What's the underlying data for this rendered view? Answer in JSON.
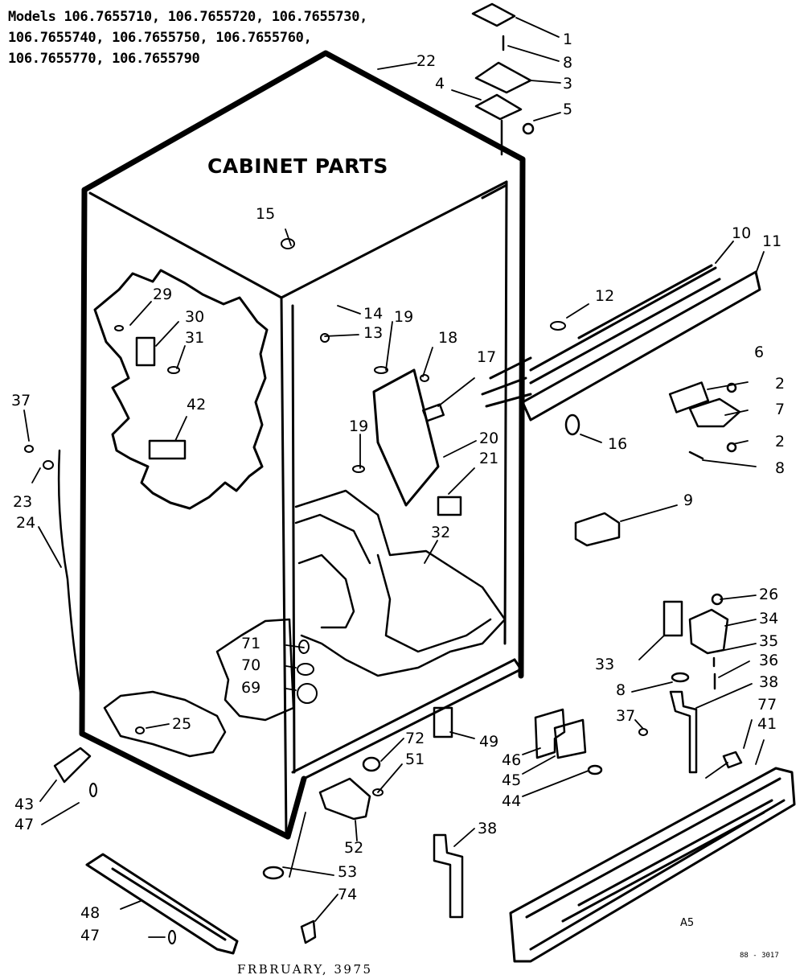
{
  "header": {
    "model_lines": [
      "Models 106.7655710, 106.7655720, 106.7655730,",
      "106.7655740,  106.7655750, 106.7655760,",
      "106.7655770, 106.7655790"
    ]
  },
  "title": "CABINET PARTS",
  "footer": {
    "date": "FRBRUARY,  3975",
    "drawing_code": "88 - 3017",
    "sheet_code": "A5"
  },
  "callouts": {
    "c1": "1",
    "c8a": "8",
    "c3": "3",
    "c4": "4",
    "c5": "5",
    "c22": "22",
    "c10": "10",
    "c11": "11",
    "c12": "12",
    "c15": "15",
    "c14": "14",
    "c13": "13",
    "c19a": "19",
    "c18": "18",
    "c17": "17",
    "c6": "6",
    "c2a": "2",
    "c7": "7",
    "c2b": "2",
    "c8b": "8",
    "c16": "16",
    "c29": "29",
    "c30": "30",
    "c31": "31",
    "c42": "42",
    "c37a": "37",
    "c23": "23",
    "c24": "24",
    "c19b": "19",
    "c20": "20",
    "c21": "21",
    "c9": "9",
    "c32": "32",
    "c26": "26",
    "c34": "34",
    "c35": "35",
    "c33": "33",
    "c36": "36",
    "c8c": "8",
    "c38a": "38",
    "c71": "71",
    "c70": "70",
    "c69": "69",
    "c25": "25",
    "c37b": "37",
    "c77": "77",
    "c41": "41",
    "c72": "72",
    "c49": "49",
    "c46": "46",
    "c51": "51",
    "c45": "45",
    "c44": "44",
    "c43": "43",
    "c47a": "47",
    "c52": "52",
    "c38b": "38",
    "c53": "53",
    "c74": "74",
    "c48": "48",
    "c47b": "47"
  }
}
